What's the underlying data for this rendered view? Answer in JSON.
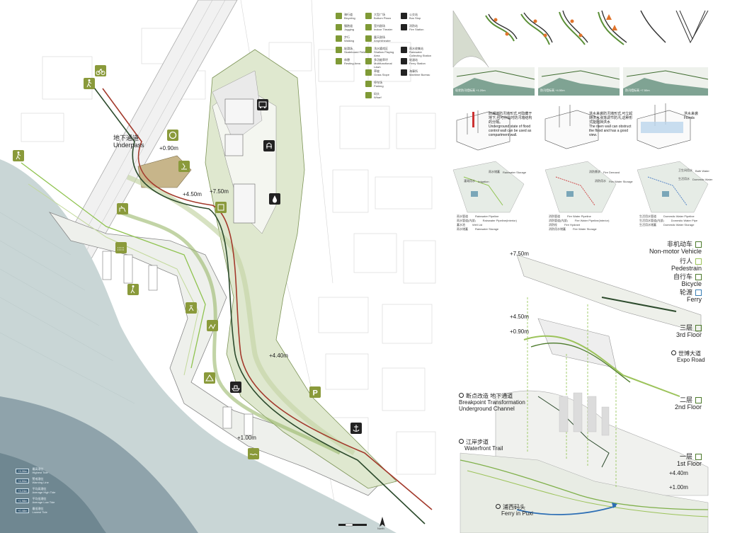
{
  "plan": {
    "underpass": {
      "cn": "地下通道",
      "en": "Underpass"
    },
    "elevations": [
      "+0.90m",
      "+4.50m",
      "+7.50m",
      "+4.40m",
      "+1.00m"
    ]
  },
  "legend": [
    {
      "cn": "骑行道",
      "en": "Bicycling"
    },
    {
      "cn": "大型广场",
      "en": "Bottom Plaza"
    },
    {
      "cn": "公交站",
      "en": "Bus Stop"
    },
    {
      "cn": "慢跑道",
      "en": "Jogging"
    },
    {
      "cn": "室内剧场",
      "en": "Indoor Theater"
    },
    {
      "cn": "消防站",
      "en": "Fire Station"
    },
    {
      "cn": "步行",
      "en": "Walking"
    },
    {
      "cn": "露天剧场",
      "en": "Amphitheater"
    },
    {
      "cn": "",
      "en": ""
    },
    {
      "cn": "轮滑场",
      "en": "Skateboard Field"
    },
    {
      "cn": "浅水嬉戏区",
      "en": "Shallow Playing Area"
    },
    {
      "cn": "雨水收集站",
      "en": "Rainwater Collecting Station"
    },
    {
      "cn": "休憩",
      "en": "Resting Area"
    },
    {
      "cn": "多功能草坪",
      "en": "Multifunctional Lawn"
    },
    {
      "cn": "轮渡站",
      "en": "Ferry Station"
    },
    {
      "cn": "",
      "en": ""
    },
    {
      "cn": "草坡",
      "en": "Grass Slope"
    },
    {
      "cn": "海事所",
      "en": "Maritime Bureau"
    },
    {
      "cn": "",
      "en": ""
    },
    {
      "cn": "停车场",
      "en": "Parking"
    },
    {
      "cn": "",
      "en": ""
    },
    {
      "cn": "",
      "en": ""
    },
    {
      "cn": "码头",
      "en": "Wharf"
    },
    {
      "cn": "",
      "en": ""
    }
  ],
  "tides": [
    {
      "value": "+3.30m",
      "cn": "最高潮位",
      "en": "Highest Tide"
    },
    {
      "value": "+4.50m",
      "cn": "警戒潮位",
      "en": "Warning Line"
    },
    {
      "value": "+3.24m",
      "cn": "平均高潮位",
      "en": "Average High Tide"
    },
    {
      "value": "+1.98m",
      "cn": "平均低潮位",
      "en": "Average Low Tide"
    },
    {
      "value": "+0.48m",
      "cn": "最低潮位",
      "en": "Lowest Tide"
    }
  ],
  "scale": {
    "north": "North"
  },
  "sections": [
    {
      "label": "现状防汛墙标高 +1.20m",
      "en": "Current Flood Wall +1.20m"
    },
    {
      "label": "防汛墙标高 +4.50m",
      "en": "Flood Wall +4.50m"
    },
    {
      "label": "防汛墙标高 +7.50m",
      "en": "Flood Wall +7.50m"
    }
  ],
  "flood_notes": [
    {
      "cn": "防潮墙防汛墙形式,可隐藏于地下,也可作临时防汛墙结构的分隔。",
      "en": "Underground state of flood control wall can be used as compartment wall."
    },
    {
      "cn": "洪水来袭防汛墙形式,可立起随洪水涨落调节防汛,这种形式能阻挡洪水",
      "en": "The risen wall can obstruct the flood and has a good view."
    },
    {
      "cn": "洪水来袭",
      "en": "Floods"
    }
  ],
  "water_systems": [
    {
      "items": [
        {
          "cn": "雨水储蓄",
          "en": "Rainwater Storage"
        },
        {
          "cn": "灌溉用水",
          "en": "Irrigation"
        }
      ],
      "legend": [
        {
          "cn": "雨水管道",
          "en": "Rainwater Pipeline"
        },
        {
          "cn": "雨水管道(内部)",
          "en": "Rainwater Pipeline(interior)"
        },
        {
          "cn": "蓄水池",
          "en": "Well Lid"
        },
        {
          "cn": "雨水储蓄",
          "en": "Rainwater Storage"
        }
      ]
    },
    {
      "items": [
        {
          "cn": "消防需求",
          "en": "Fire Demand"
        },
        {
          "cn": "消防用水",
          "en": "Fire Water Storage"
        }
      ],
      "legend": [
        {
          "cn": "消防管道",
          "en": "Fire Water Pipeline"
        },
        {
          "cn": "消防管道(内部)",
          "en": "Fire Water Pipeline(interior)"
        },
        {
          "cn": "消防栓",
          "en": "Fire Hydrant"
        },
        {
          "cn": "消防用水储蓄",
          "en": "Fire Water Storage"
        }
      ]
    },
    {
      "items": [
        {
          "cn": "卫生间用水",
          "en": "Bath Water"
        },
        {
          "cn": "生活用水",
          "en": "Domestic Water"
        }
      ],
      "legend": [
        {
          "cn": "生活用水管道",
          "en": "Domestic Water Pipeline"
        },
        {
          "cn": "生活用水管道(内部)",
          "en": "Domestic Water Pipe"
        },
        {
          "cn": "生活用水储蓄",
          "en": "Domestic Water Storage"
        }
      ]
    }
  ],
  "axon": {
    "levels": [
      "+7.50m",
      "+4.50m",
      "+0.90m",
      "+4.40m",
      "+1.00m"
    ],
    "modes": [
      {
        "cn": "非机动车",
        "en": "Non-motor Vehicle"
      },
      {
        "cn": "行人",
        "en": "Pedestrain"
      },
      {
        "cn": "自行车",
        "en": "Bicycle"
      },
      {
        "cn": "轮渡",
        "en": "Ferry"
      }
    ],
    "floors": [
      {
        "cn": "三层",
        "en": "3rd Floor"
      },
      {
        "cn": "二层",
        "en": "2nd Floor"
      },
      {
        "cn": "一层",
        "en": "1st Floor"
      }
    ],
    "callouts": [
      {
        "cn": "世博大道",
        "en": "Expo Road"
      },
      {
        "cn": "断点改造 地下通道",
        "en": "Breakpoint Transformation Underground Channel"
      },
      {
        "cn": "江岸步道",
        "en": "Waterfront Trail"
      },
      {
        "cn": "浦西码头",
        "en": "Ferry in Puxi"
      }
    ]
  }
}
